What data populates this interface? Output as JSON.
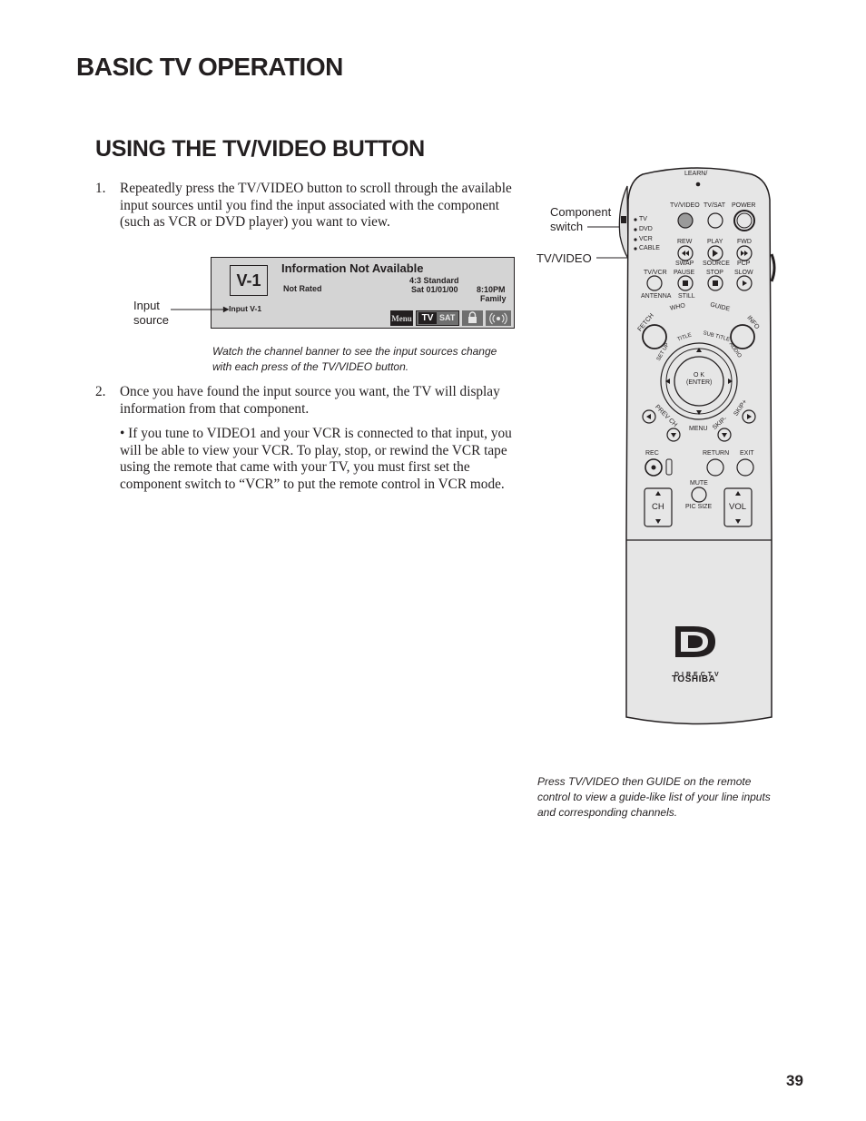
{
  "page": {
    "title": "BASIC TV OPERATION",
    "section_title": "USING THE TV/VIDEO BUTTON",
    "page_number": "39"
  },
  "steps": [
    {
      "num": "1.",
      "text": "Repeatedly press the TV/VIDEO button to scroll through the available input sources until you find the input associated with the component (such as VCR or DVD player) you want to view."
    },
    {
      "num": "2.",
      "text": "Once you have found the input source you want, the TV will display information from that component."
    }
  ],
  "bullet": "• If you tune to VIDEO1 and your VCR is connected to that input, you will be able to view your VCR. To play, stop, or rewind the VCR tape using the remote that came with your TV, you must first set the component switch to “VCR” to put the remote control in VCR mode.",
  "banner": {
    "input_label": "V-1",
    "title": "Information Not Available",
    "rating": "Not Rated",
    "format": "4:3 Standard",
    "date": "Sat 01/01/00",
    "time": "8:10PM",
    "category": "Family",
    "input_line": "Input V-1",
    "menu_label": "Menu",
    "tv_label": "TV",
    "sat_label": "SAT"
  },
  "callouts": {
    "input_source": [
      "Input",
      "source"
    ],
    "component_switch": [
      "Component",
      "switch"
    ],
    "tv_video": "TV/VIDEO"
  },
  "captions": {
    "banner": "Watch the channel banner to see the input sources change with each press of the TV/VIDEO button.",
    "remote": "Press TV/VIDEO then GUIDE on the remote control to view a guide-like list of your line inputs and corresponding channels."
  },
  "remote": {
    "learn": "LEARN/",
    "tv_video": "TV/VIDEO",
    "tv_sat": "TV/SAT",
    "power": "POWER",
    "switch_tv": "TV",
    "switch_dvd": "DVD",
    "switch_vcr": "VCR",
    "switch_cable": "CABLE",
    "rew": "REW",
    "play": "PLAY",
    "fwd": "FWD",
    "swap": "SWAP",
    "source": "SOURCE",
    "pcp": "PCP",
    "tv_vcr": "TV/VCR",
    "pause": "PAUSE",
    "stop": "STOP",
    "slow": "SLOW",
    "antenna": "ANTENNA",
    "still": "STILL",
    "who": "WHO",
    "guide": "GUIDE",
    "fetch": "FETCH",
    "info": "INFO",
    "setup": "SET UP",
    "title": "TITLE",
    "sub_title": "SUB TITLE",
    "audio": "AUDIO",
    "ok": "O K",
    "enter": "(ENTER)",
    "prev_ch": "PREV CH",
    "menu": "MENU",
    "skip_minus": "SKIP-",
    "skip_plus": "SKIP+",
    "rec": "REC",
    "return": "RETURN",
    "exit": "EXIT",
    "mute": "MUTE",
    "ch": "CH",
    "pic_size": "PIC SIZE",
    "vol": "VOL",
    "directv": "DIRECTV",
    "toshiba": "TOSHIBA"
  }
}
